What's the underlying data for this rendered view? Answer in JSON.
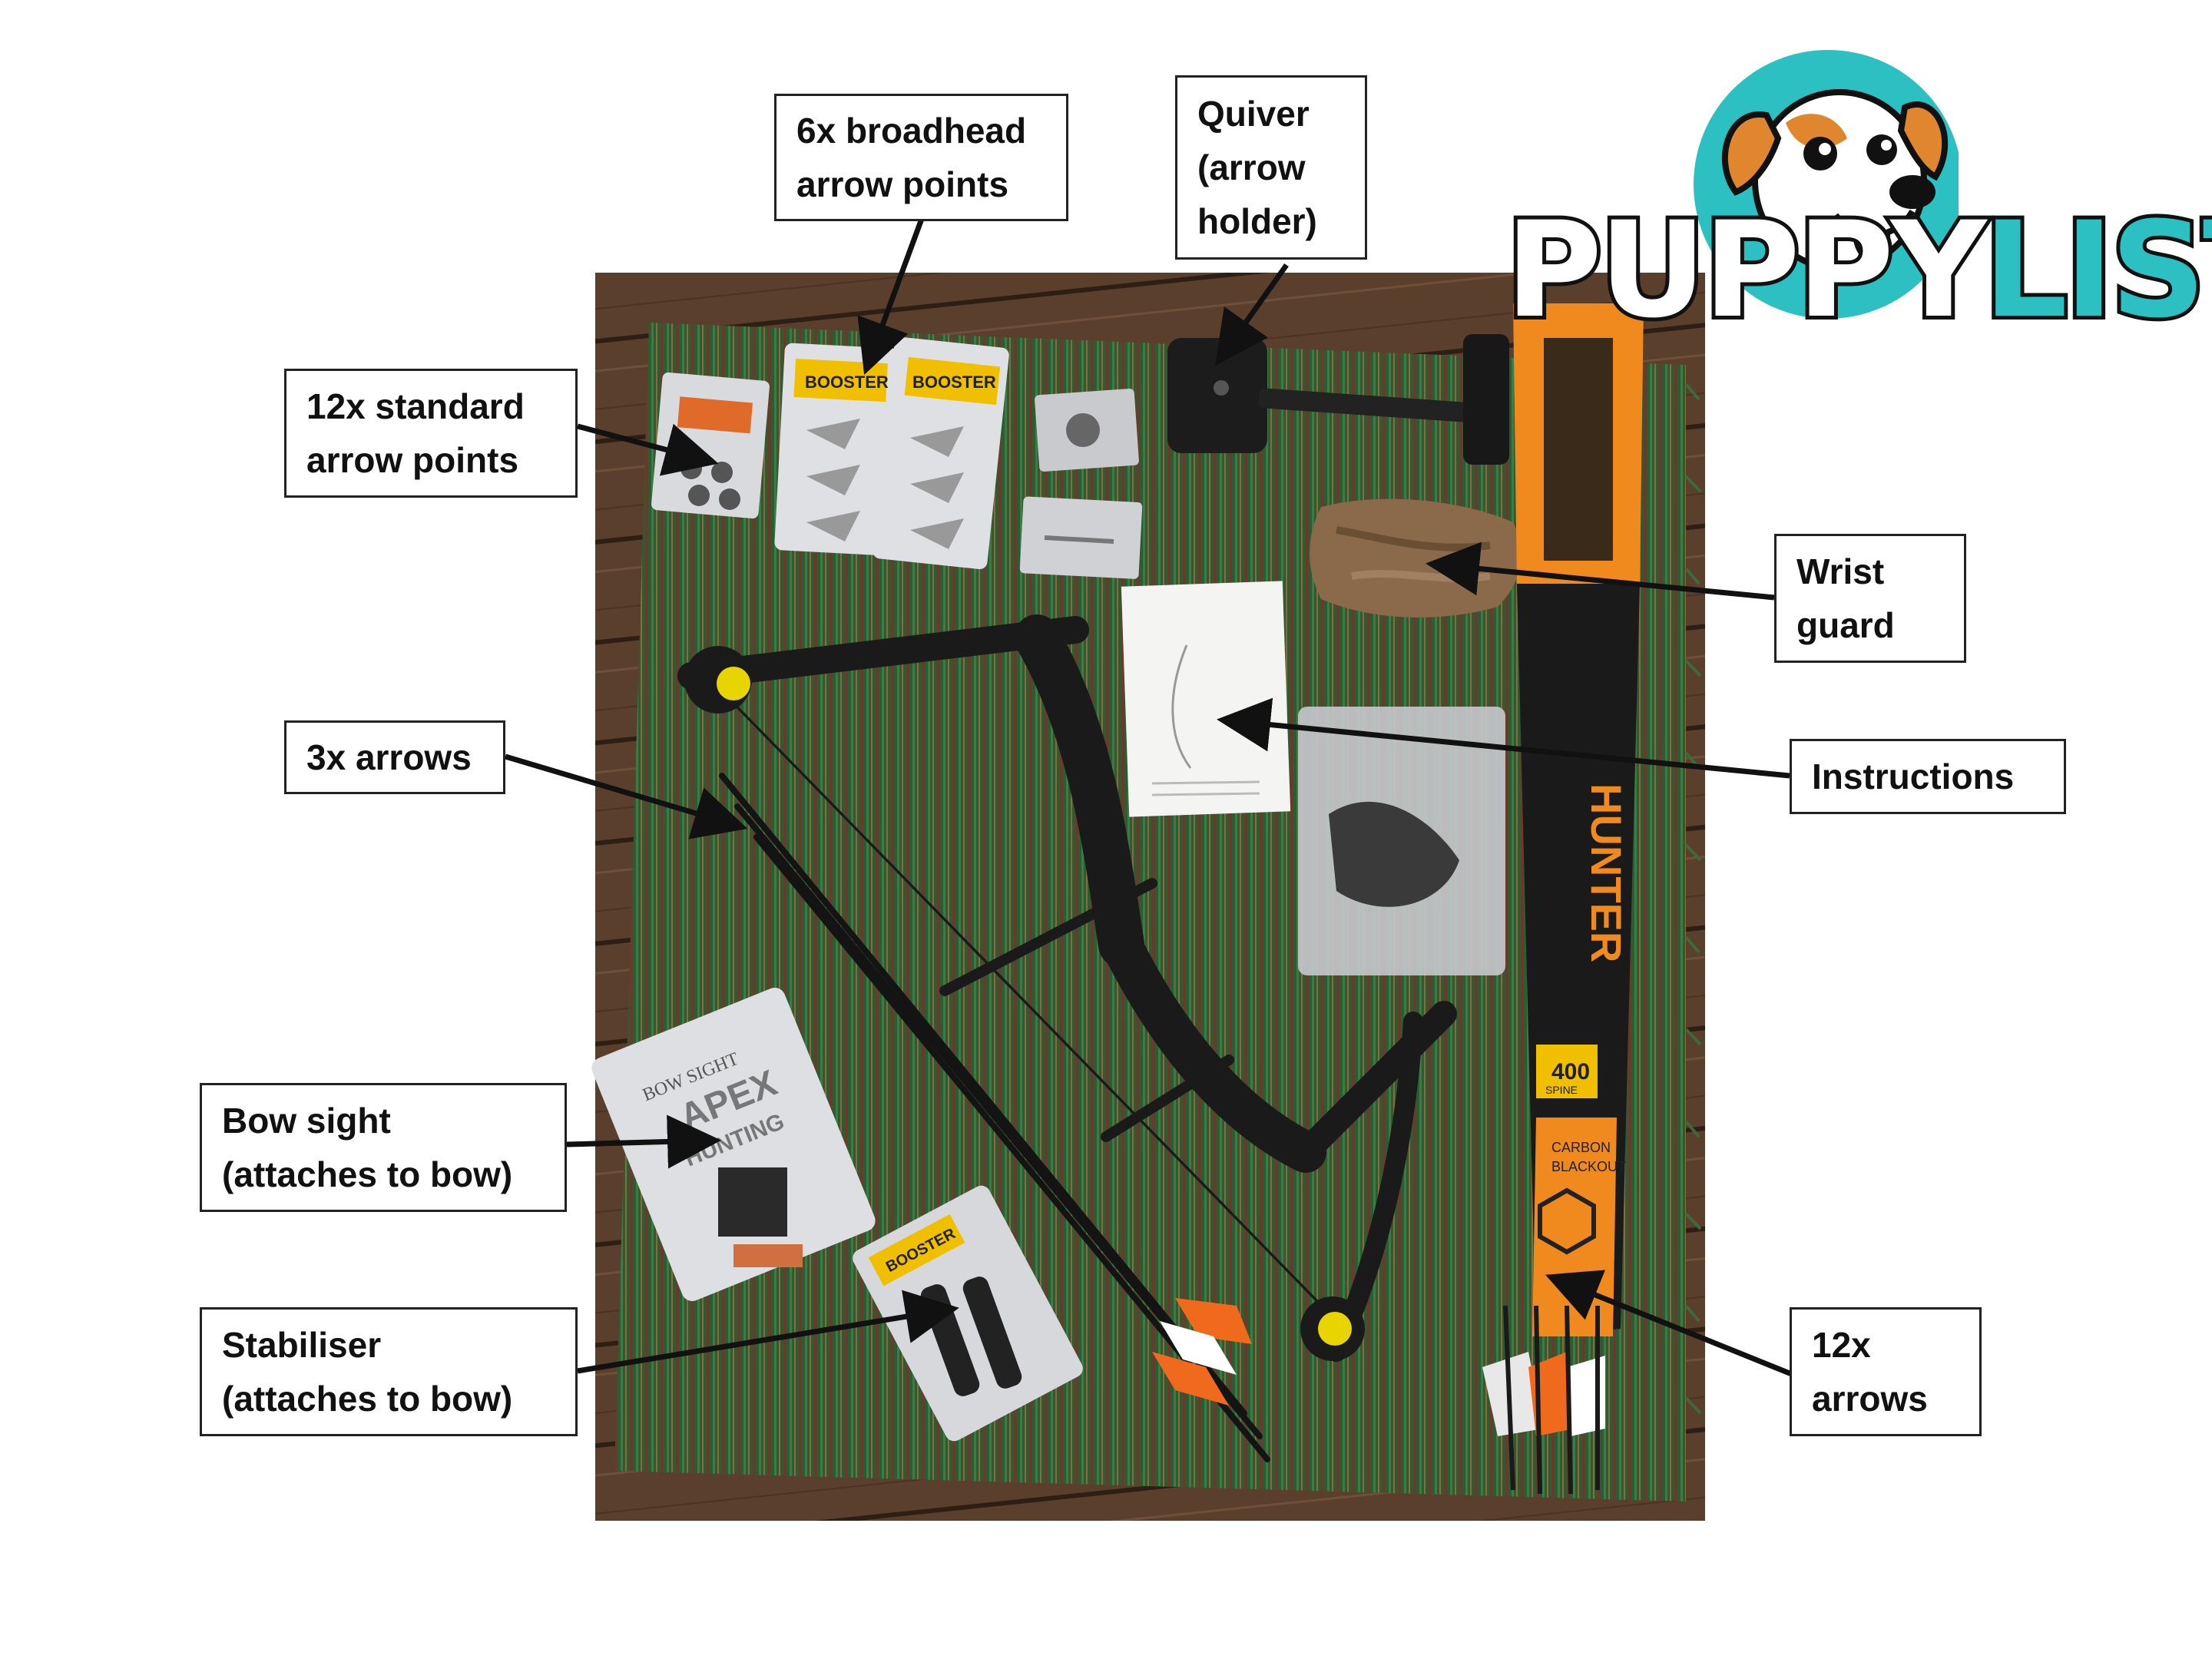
{
  "logo": {
    "part1": "PUPPY",
    "part2": "LIST"
  },
  "packaging": {
    "booster": "BOOSTER",
    "hunter": "HUNTER",
    "spine": "400",
    "spine_word": "SPINE",
    "carbon": "CARBON",
    "blackout": "BLACKOUT",
    "bow_sight": "BOW SIGHT",
    "apex": "APEX",
    "hunting": "HUNTING"
  },
  "labels": {
    "broadhead": "6x broadhead\narrow points",
    "quiver": "Quiver\n(arrow\nholder)",
    "standard_points": "12x standard\narrow points",
    "wrist_guard": "Wrist\nguard",
    "three_arrows": "3x arrows",
    "instructions": "Instructions",
    "bow_sight": "Bow sight\n(attaches to bow)",
    "stabiliser": "Stabiliser\n(attaches to bow)",
    "twelve_arrows": "12x\narrows"
  },
  "colors": {
    "deck": "#5a3f2c",
    "rug_green": "#2f5a32",
    "orange": "#f08a1e",
    "teal": "#2cc0c2",
    "bow": "#1a1a1a"
  }
}
